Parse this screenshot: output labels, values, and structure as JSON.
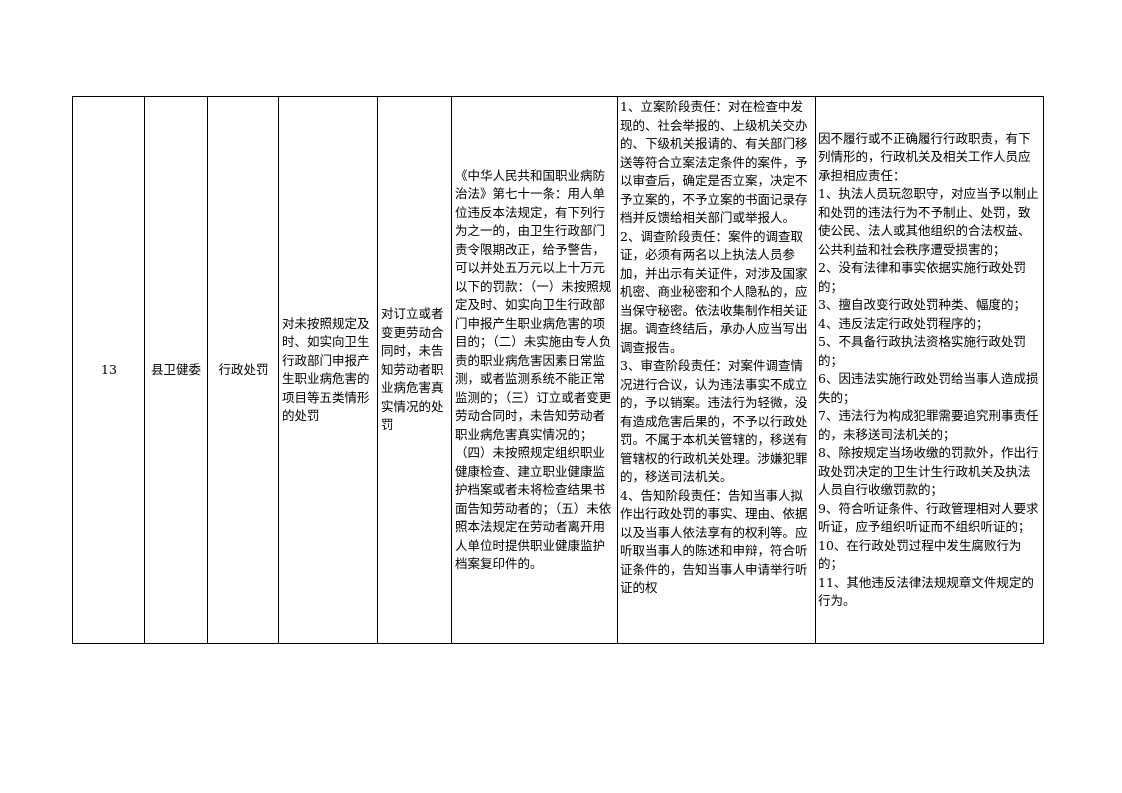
{
  "row": {
    "number": "13",
    "department": "县卫健委",
    "category": "行政处罚",
    "item_name": "对未按照规定及时、如实向卫生行政部门申报产生职业病危害的项目等五类情形的处罚",
    "sub_item": "对订立或者变更劳动合同时，未告知劳动者职业病危害真实情况的处罚",
    "legal_basis": "《中华人民共和国职业病防治法》第七十一条：用人单位违反本法规定，有下列行为之一的，由卫生行政部门责令限期改正，给予警告，可以并处五万元以上十万元以下的罚款：（一）未按照规定及时、如实向卫生行政部门申报产生职业病危害的项目的；（二）未实施由专人负责的职业病危害因素日常监测，或者监测系统不能正常监测的；（三）订立或者变更劳动合同时，未告知劳动者职业病危害真实情况的；（四）未按照规定组织职业健康检查、建立职业健康监护档案或者未将检查结果书面告知劳动者的；（五）未依照本法规定在劳动者离开用人单位时提供职业健康监护档案复印件的。",
    "responsibility": "1、立案阶段责任：对在检查中发现的、社会举报的、上级机关交办的、下级机关报请的、有关部门移送等符合立案法定条件的案件，予以审查后，确定是否立案，决定不予立案的，不予立案的书面记录存档并反馈给相关部门或举报人。\n2、调查阶段责任：案件的调查取证，必须有两名以上执法人员参加，并出示有关证件，对涉及国家机密、商业秘密和个人隐私的，应当保守秘密。依法收集制作相关证据。调查终结后，承办人应当写出调查报告。\n3、审查阶段责任：对案件调查情况进行合议，认为违法事实不成立的，予以销案。违法行为轻微，没有造成危害后果的，不予以行政处罚。不属于本机关管辖的，移送有管辖权的行政机关处理。涉嫌犯罪的，移送司法机关。\n4、告知阶段责任：告知当事人拟作出行政处罚的事实、理由、依据以及当事人依法享有的权利等。应听取当事人的陈述和申辩，符合听证条件的，告知当事人申请举行听证的权",
    "accountability": "因不履行或不正确履行行政职责，有下列情形的，行政机关及相关工作人员应承担相应责任：\n1、执法人员玩忽职守，对应当予以制止和处罚的违法行为不予制止、处罚，致使公民、法人或其他组织的合法权益、公共利益和社会秩序遭受损害的；\n2、没有法律和事实依据实施行政处罚的；\n3、擅自改变行政处罚种类、幅度的；\n4、违反法定行政处罚程序的；\n5、不具备行政执法资格实施行政处罚的；\n6、因违法实施行政处罚给当事人造成损失的；\n7、违法行为构成犯罪需要追究刑事责任的，未移送司法机关的；\n8、除按规定当场收缴的罚款外，作出行政处罚决定的卫生计生行政机关及执法人员自行收缴罚款的；\n9、符合听证条件、行政管理相对人要求听证，应予组织听证而不组织听证的；\n10、在行政处罚过程中发生腐败行为的；\n11、其他违反法律法规规章文件规定的行为。"
  }
}
